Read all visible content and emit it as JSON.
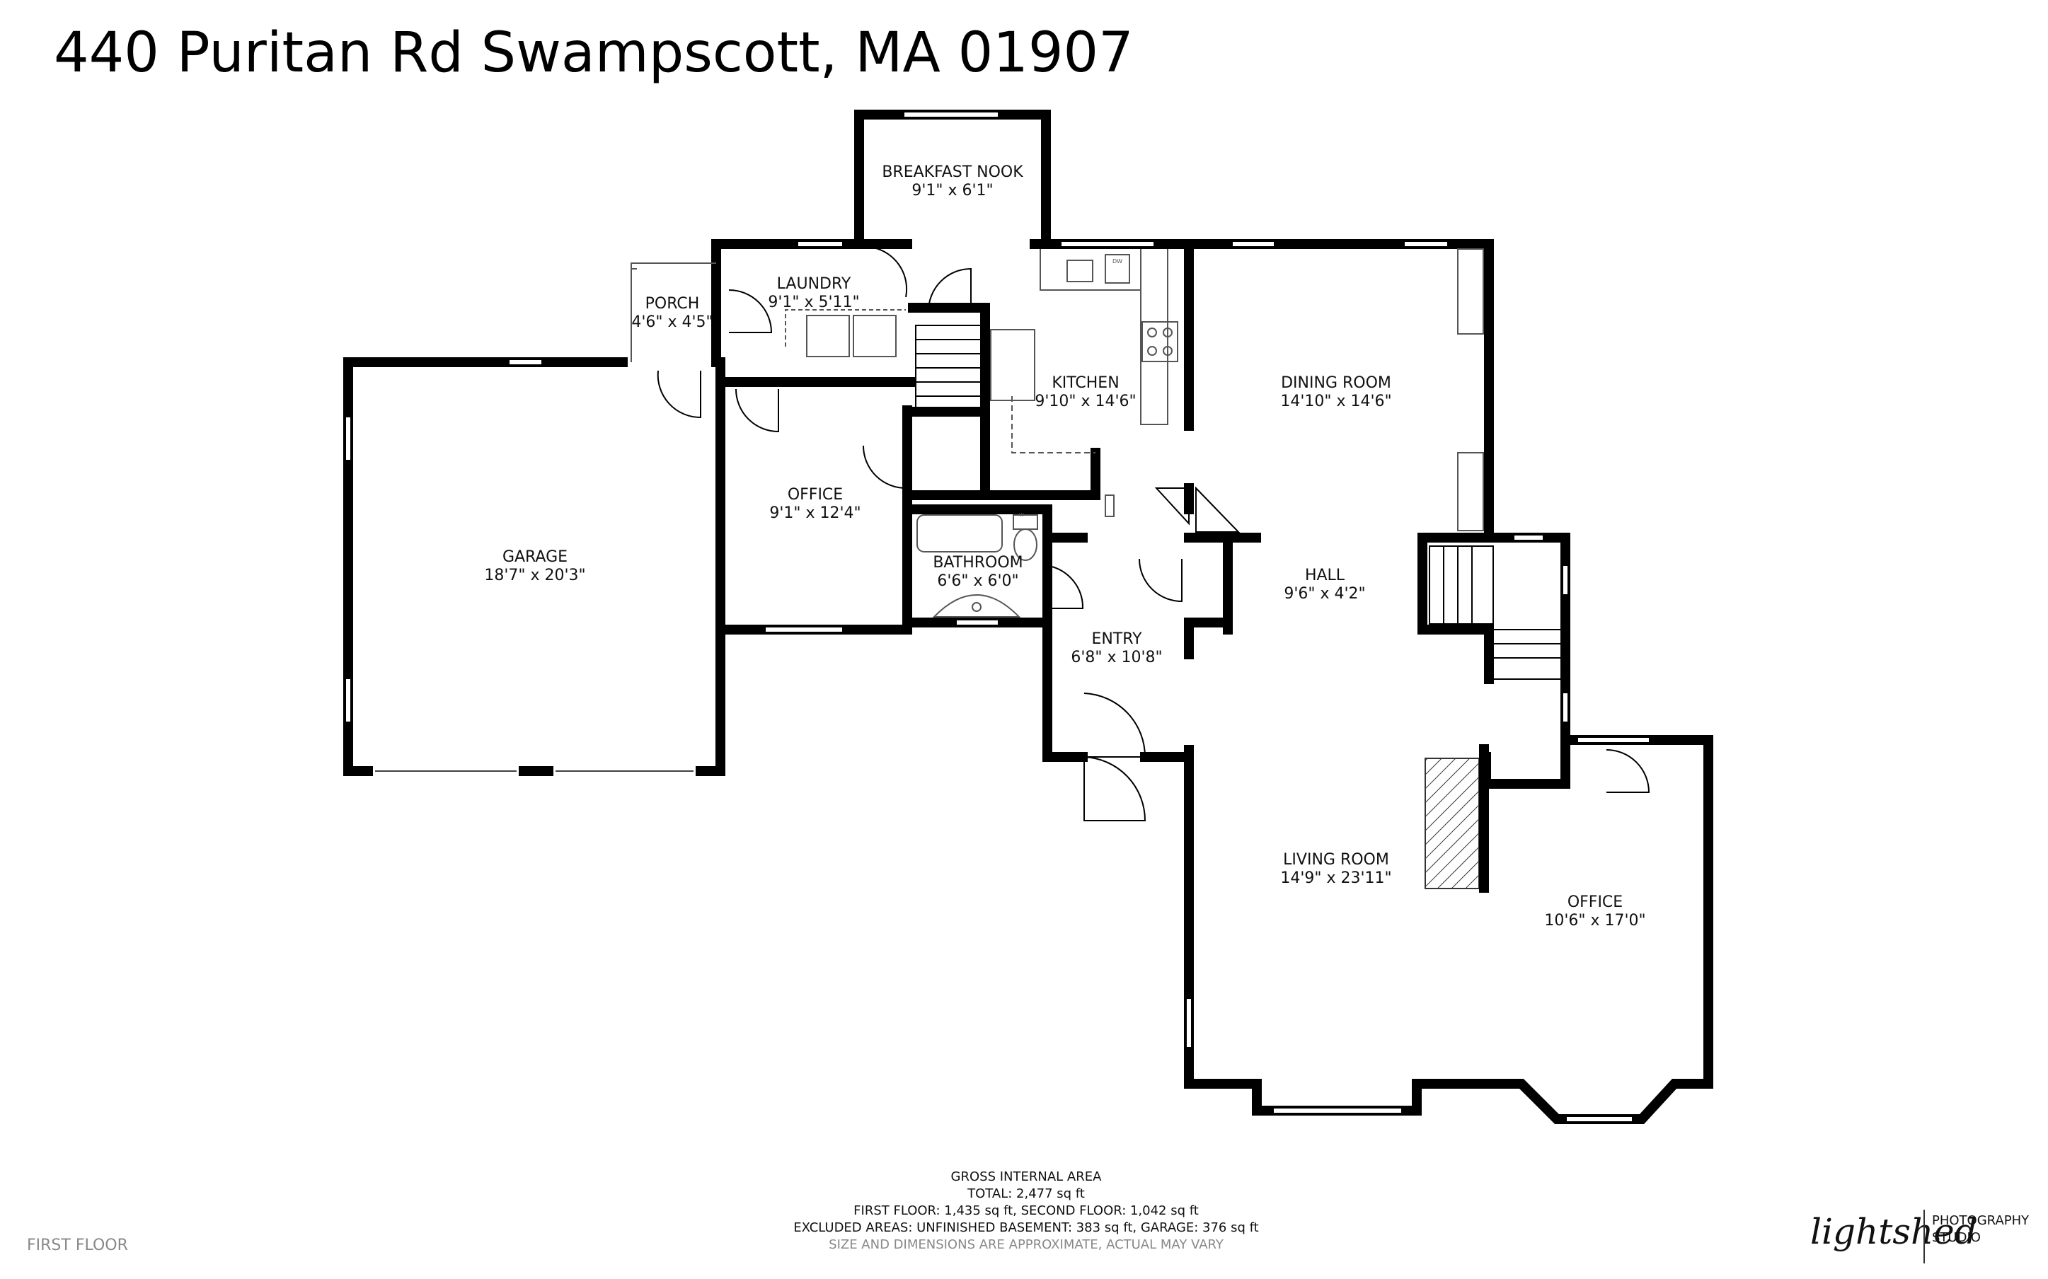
{
  "title": "440 Puritan Rd Swampscott, MA 01907",
  "rooms": [
    {
      "name": "BREAKFAST NOOK",
      "dims": "9'1\" x 6'1\""
    },
    {
      "name": "LAUNDRY",
      "dims": "9'1\" x 5'11\""
    },
    {
      "name": "PORCH",
      "dims": "4'6\" x 4'5\""
    },
    {
      "name": "KITCHEN",
      "dims": "9'10\" x 14'6\""
    },
    {
      "name": "DINING ROOM",
      "dims": "14'10\" x 14'6\""
    },
    {
      "name": "GARAGE",
      "dims": "18'7\" x 20'3\""
    },
    {
      "name": "OFFICE",
      "dims": "9'1\" x 12'4\""
    },
    {
      "name": "BATHROOM",
      "dims": "6'6\" x 6'0\""
    },
    {
      "name": "HALL",
      "dims": "9'6\" x 4'2\""
    },
    {
      "name": "ENTRY",
      "dims": "6'8\" x 10'8\""
    },
    {
      "name": "LIVING ROOM",
      "dims": "14'9\" x 23'11\""
    },
    {
      "name": "OFFICE",
      "dims": "10'6\" x 17'0\""
    }
  ],
  "appliance_labels": {
    "dishwasher": "DW",
    "toilet": "W"
  },
  "summary": {
    "heading": "GROSS INTERNAL AREA",
    "total": "TOTAL: 2,477 sq ft",
    "floors": "FIRST FLOOR: 1,435 sq ft, SECOND FLOOR: 1,042 sq ft",
    "excluded": "EXCLUDED AREAS: UNFINISHED BASEMENT: 383 sq ft, GARAGE: 376 sq ft",
    "disclaimer": "SIZE AND DIMENSIONS ARE APPROXIMATE, ACTUAL MAY VARY"
  },
  "floor_label": "FIRST FLOOR",
  "brand": {
    "logo_text": "lightshed",
    "line1": "PHOTOGRAPHY",
    "line2": "STUDIO"
  },
  "colors": {
    "wall": "#000000",
    "fixture": "#555555",
    "hatch": "#333333"
  }
}
